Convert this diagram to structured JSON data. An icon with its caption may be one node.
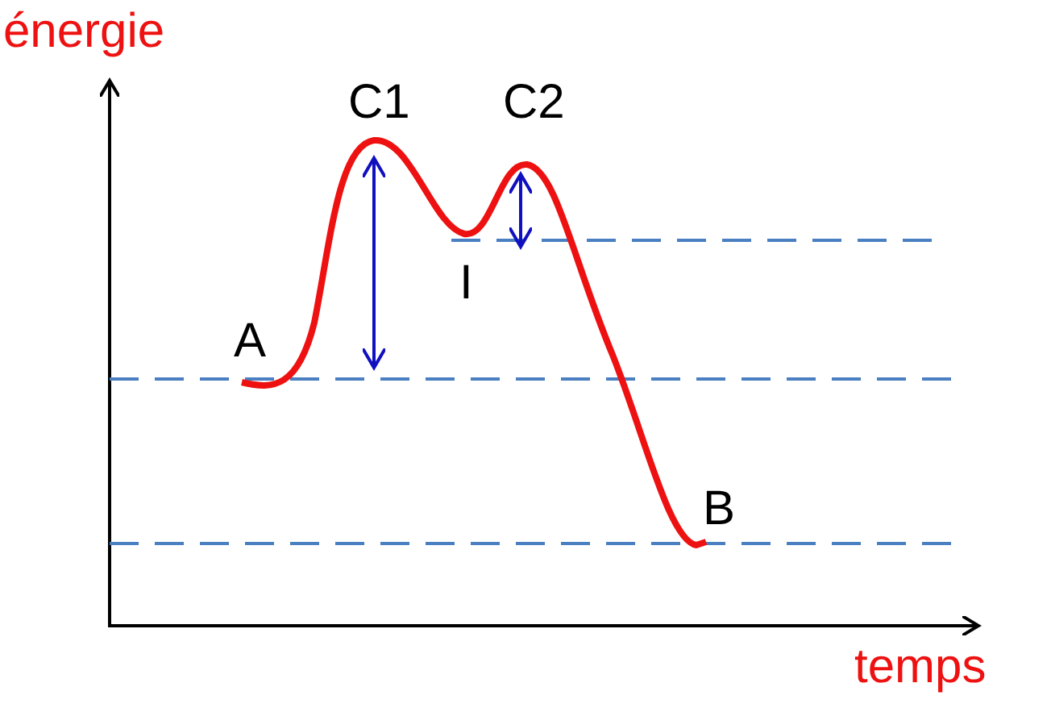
{
  "diagram": {
    "labels": [
      "énergie",
      "C1",
      "C2",
      "I",
      "A",
      "B",
      "temps"
    ]
  }
}
